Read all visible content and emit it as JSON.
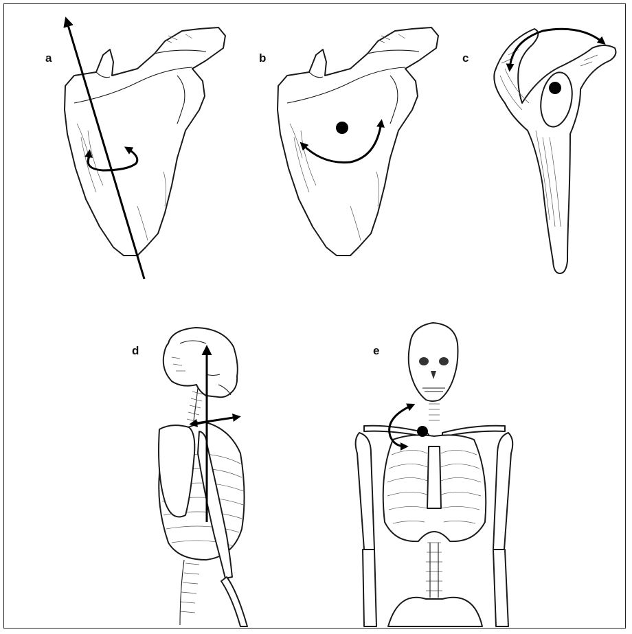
{
  "figure": {
    "panels": [
      {
        "id": "a",
        "label": "a",
        "description_key": "scapula-upward-rotation-axis"
      },
      {
        "id": "b",
        "label": "b",
        "description_key": "scapula-rotation-center"
      },
      {
        "id": "c",
        "label": "c",
        "description_key": "scapula-lateral-view-tilt"
      },
      {
        "id": "d",
        "label": "d",
        "description_key": "skeleton-lateral-view"
      },
      {
        "id": "e",
        "label": "e",
        "description_key": "skeleton-anterior-view"
      }
    ]
  },
  "colors": {
    "ink": "#1a1a1a",
    "background": "#ffffff",
    "arrow": "#000000"
  }
}
